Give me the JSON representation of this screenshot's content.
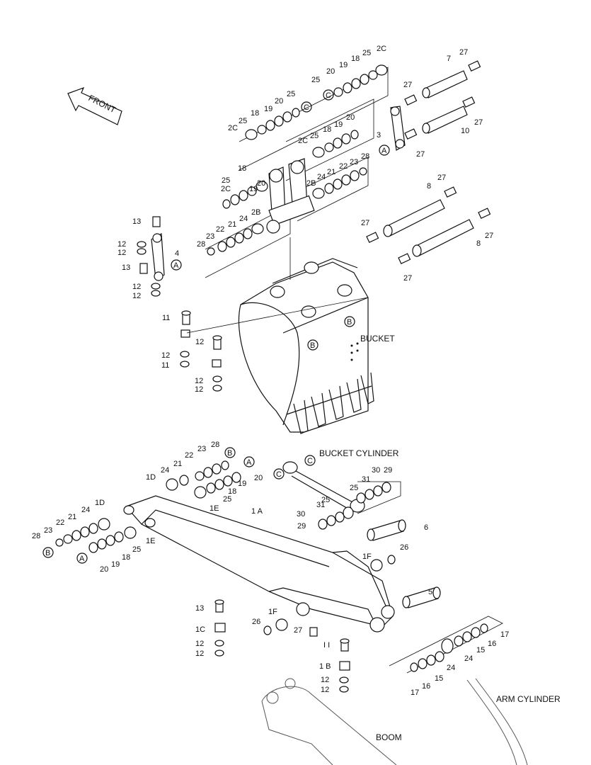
{
  "captions": {
    "front": "FRONT",
    "bucket": "BUCKET",
    "bucket_cylinder": "BUCKET CYLINDER",
    "arm_cylinder": "ARM CYLINDER",
    "boom": "BOOM",
    "arm": "1 A"
  },
  "callouts": {
    "A": "A",
    "B": "B",
    "C": "C"
  },
  "part_numbers": [
    "2C",
    "25",
    "18",
    "19",
    "20",
    "25",
    "C",
    "25",
    "20",
    "19",
    "18",
    "25",
    "2C",
    "2C",
    "25",
    "18",
    "19",
    "20",
    "2C",
    "25",
    "18",
    "19",
    "20",
    "28",
    "23",
    "22",
    "21",
    "24",
    "2B",
    "2B",
    "24",
    "21",
    "22",
    "23",
    "28",
    "7",
    "27",
    "27",
    "10",
    "27",
    "27",
    "3",
    "13",
    "12",
    "12",
    "4",
    "13",
    "12",
    "12",
    "8",
    "27",
    "27",
    "8",
    "27",
    "27",
    "11",
    "12",
    "12",
    "11",
    "12",
    "12",
    "28",
    "23",
    "22",
    "21",
    "24",
    "1D",
    "20",
    "19",
    "18",
    "25",
    "1E",
    "28",
    "23",
    "22",
    "21",
    "24",
    "1D",
    "25",
    "1E",
    "20",
    "19",
    "18",
    "30",
    "29",
    "31",
    "25",
    "30",
    "31",
    "29",
    "25",
    "6",
    "26",
    "1F",
    "5",
    "13",
    "1C",
    "12",
    "12",
    "26",
    "1F",
    "27",
    "I I",
    "1 B",
    "12",
    "12",
    "17",
    "16",
    "15",
    "24",
    "17",
    "16",
    "15",
    "24"
  ]
}
